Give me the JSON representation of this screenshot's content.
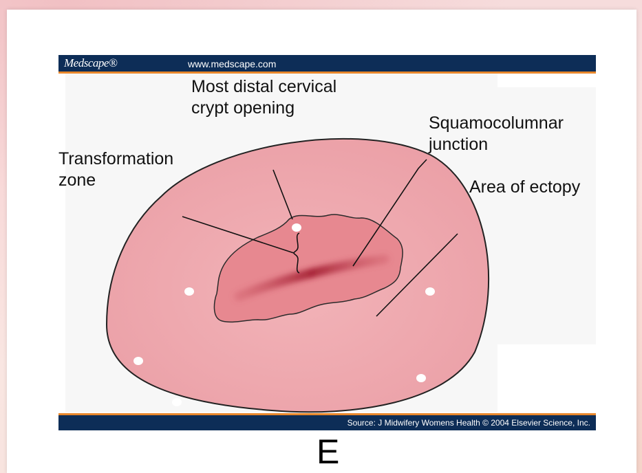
{
  "header": {
    "logo": "Medscape®",
    "url": "www.medscape.com"
  },
  "footer": {
    "source": "Source: J Midwifery Womens Health © 2004 Elsevier Science, Inc."
  },
  "labels": {
    "crypt_opening": "Most distal cervical\ncrypt opening",
    "transformation_zone": "Transformation\nzone",
    "squamocolumnar_junction": "Squamocolumnar\njunction",
    "ectopy": "Area of ectopy"
  },
  "panel_letter": "E",
  "colors": {
    "cervix_fill": "#efa6ac",
    "ectopy_fill": "#e78890",
    "header_bar": "#0d2d57",
    "accent_stripe": "#e8872b"
  }
}
